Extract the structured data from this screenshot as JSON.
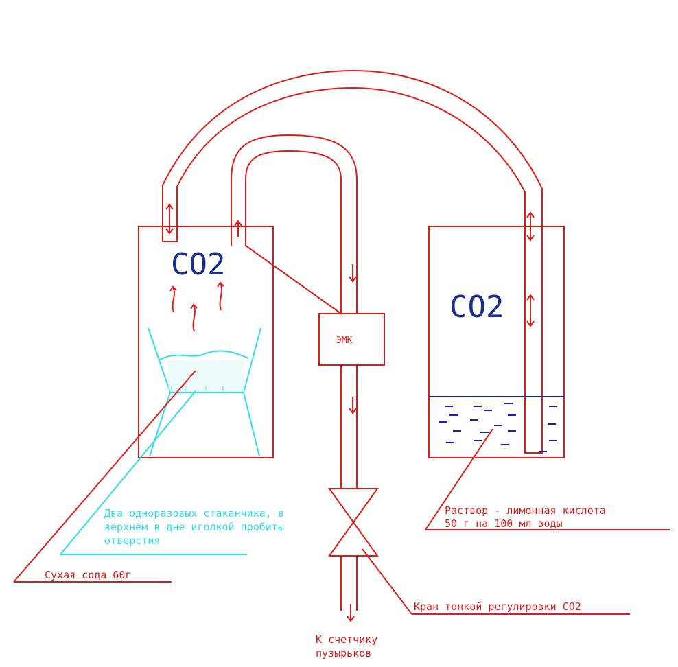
{
  "left_vessel": {
    "gas_label": "CO2"
  },
  "right_vessel": {
    "gas_label": "CO2"
  },
  "emk_label": "ЭМК",
  "labels": {
    "cups_line1": "Два одноразовых стаканчика, в",
    "cups_line2": "верхнем в дне иголкой пробиты",
    "cups_line3": "отверстия",
    "soda": "Сухая сода 60г",
    "solution_line1": "Раствор - лимонная кислота",
    "solution_line2": "50 г на 100 мл воды",
    "valve": "Кран тонкой регулировки CO2",
    "outlet_line1": "К счетчику",
    "outlet_line2": "пузырьков"
  },
  "colors": {
    "pipes": "#e11b1b",
    "cups": "#2fe0e8",
    "water": "#1a1ad0",
    "co2_text": "#1a2f8c"
  }
}
